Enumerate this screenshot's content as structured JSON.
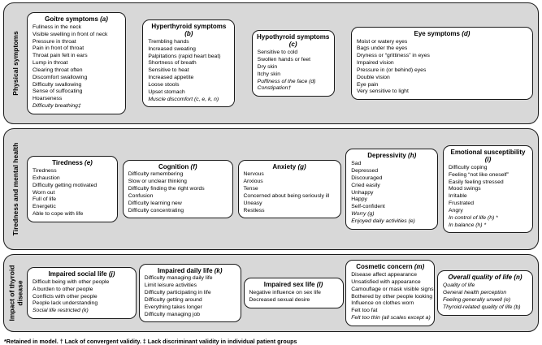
{
  "sections": [
    {
      "id": "physical-symptoms",
      "label": "Physical symptoms",
      "boxes": [
        {
          "id": "goitre-symptoms",
          "title": "Goitre symptoms",
          "code": "(a)",
          "items": [
            {
              "text": "Fullness in the neck"
            },
            {
              "text": "Visible swelling in front of neck"
            },
            {
              "text": "Pressure in throat"
            },
            {
              "text": "Pain in front of throat"
            },
            {
              "text": "Throat pain felt in ears"
            },
            {
              "text": "Lump in throat"
            },
            {
              "text": "Clearing throat often"
            },
            {
              "text": "Discomfort swallowing"
            },
            {
              "text": "Difficulty swallowing"
            },
            {
              "text": "Sense of suffocating"
            },
            {
              "text": "Hoarseness"
            },
            {
              "text": "Difficulty breathing‡",
              "italic": true
            }
          ]
        },
        {
          "id": "hyperthyroid-symptoms",
          "title": "Hyperthyroid symptoms",
          "code": "(b)",
          "items": [
            {
              "text": "Trembling hands"
            },
            {
              "text": "Increased sweating"
            },
            {
              "text": "Palpitations (rapid heart beat)"
            },
            {
              "text": "Shortness of breath"
            },
            {
              "text": "Sensitive to heat"
            },
            {
              "text": "Increased appetite"
            },
            {
              "text": "Loose stools"
            },
            {
              "text": "Upset stomach"
            },
            {
              "text": "Muscle discomfort (c, e, k, n)",
              "italic": true
            }
          ]
        },
        {
          "id": "hypothyroid-symptoms",
          "title": "Hypothyroid symptoms",
          "code": "(c)",
          "items": [
            {
              "text": "Sensitive to cold"
            },
            {
              "text": "Swollen hands or feet"
            },
            {
              "text": "Dry skin"
            },
            {
              "text": "Itchy skin"
            },
            {
              "text": "Puffiness of the face (d)",
              "italic": true
            },
            {
              "text": "Constipation†",
              "italic": true
            }
          ]
        },
        {
          "id": "eye-symptoms",
          "title": "Eye symptoms",
          "code": "(d)",
          "items": [
            {
              "text": "Moist or watery eyes"
            },
            {
              "text": "Bags under the eyes"
            },
            {
              "text": "Dryness or “grittiness” in eyes"
            },
            {
              "text": "Impaired vision"
            },
            {
              "text": "Pressure in (or behind) eyes"
            },
            {
              "text": "Double vision"
            },
            {
              "text": "Eye pain"
            },
            {
              "text": "Very sensitive to light"
            }
          ]
        }
      ]
    },
    {
      "id": "tiredness-and-mental-health",
      "label": "Tiredness and mental health",
      "boxes": [
        {
          "id": "tiredness",
          "title": "Tiredness",
          "code": "(e)",
          "items": [
            {
              "text": "Tiredness"
            },
            {
              "text": "Exhaustion"
            },
            {
              "text": "Difficulty getting motivated"
            },
            {
              "text": "Worn out"
            },
            {
              "text": "Full of life"
            },
            {
              "text": "Energetic"
            },
            {
              "text": "Able to cope with life"
            }
          ]
        },
        {
          "id": "cognition",
          "title": "Cognition",
          "code": "(f)",
          "items": [
            {
              "text": "Difficulty remembering"
            },
            {
              "text": "Slow or unclear thinking"
            },
            {
              "text": "Difficulty finding the right words"
            },
            {
              "text": "Confusion"
            },
            {
              "text": "Difficulty learning new"
            },
            {
              "text": "Difficulty concentrating"
            }
          ]
        },
        {
          "id": "anxiety",
          "title": "Anxiety",
          "code": "(g)",
          "items": [
            {
              "text": "Nervous"
            },
            {
              "text": "Anxious"
            },
            {
              "text": "Tense"
            },
            {
              "text": "Concerned about being seriously ill"
            },
            {
              "text": "Uneasy"
            },
            {
              "text": "Restless"
            }
          ]
        },
        {
          "id": "depressivity",
          "title": "Depressivity",
          "code": "(h)",
          "items": [
            {
              "text": "Sad"
            },
            {
              "text": "Depressed"
            },
            {
              "text": "Discouraged"
            },
            {
              "text": "Cried easily"
            },
            {
              "text": "Unhappy"
            },
            {
              "text": "Happy"
            },
            {
              "text": "Self-confident"
            },
            {
              "text": "Worry (g)",
              "italic": true
            },
            {
              "text": "Enjoyed daily activities (e)",
              "italic": true
            }
          ]
        },
        {
          "id": "emotional-susceptibility",
          "title": "Emotional susceptibility",
          "code": "(i)",
          "items": [
            {
              "text": "Difficulty coping"
            },
            {
              "text": "Feeling “not like oneself”"
            },
            {
              "text": "Easily feeling stressed"
            },
            {
              "text": "Mood swings"
            },
            {
              "text": "Irritable"
            },
            {
              "text": "Frustrated"
            },
            {
              "text": "Angry"
            },
            {
              "text": "In control of life (h) *",
              "italic": true
            },
            {
              "text": "In balance (h) *",
              "italic": true
            }
          ]
        }
      ]
    },
    {
      "id": "impact-of-thyroid-disease",
      "label": "Impact of thyroid disease",
      "boxes": [
        {
          "id": "impaired-social-life",
          "title": "Impaired social life",
          "code": "(j)",
          "items": [
            {
              "text": "Difficult being with other people"
            },
            {
              "text": "A burden to other people"
            },
            {
              "text": "Conflicts with other people"
            },
            {
              "text": "People lack understanding"
            },
            {
              "text": "Social life restricted (k)",
              "italic": true
            }
          ]
        },
        {
          "id": "impaired-daily-life",
          "title": "Impaired daily life",
          "code": "(k)",
          "items": [
            {
              "text": "Difficulty managing daily life"
            },
            {
              "text": "Limit leisure activities"
            },
            {
              "text": "Difficulty participating in life"
            },
            {
              "text": "Difficulty getting around"
            },
            {
              "text": "Everything takes longer"
            },
            {
              "text": "Difficulty managing job"
            }
          ]
        },
        {
          "id": "impaired-sex-life",
          "title": "Impaired sex life",
          "code": "(l)",
          "items": [
            {
              "text": "Negative influence on sex life"
            },
            {
              "text": "Decreased sexual desire"
            }
          ]
        },
        {
          "id": "cosmetic-concern",
          "title": "Cosmetic concern",
          "code": "(m)",
          "items": [
            {
              "text": "Disease affect appearance"
            },
            {
              "text": "Unsatisfied with appearance"
            },
            {
              "text": "Camouflage or mask visible signs"
            },
            {
              "text": "Bothered by other people looking"
            },
            {
              "text": "Influence on clothes worn"
            },
            {
              "text": "Felt too fat"
            },
            {
              "text": "Felt too thin (all scales except a)",
              "italic": true
            }
          ]
        },
        {
          "id": "overall-quality-of-life",
          "title": "Overall quality of life",
          "code": "(n)",
          "title_italic": true,
          "items": [
            {
              "text": "Quality of life",
              "italic": true
            },
            {
              "text": "General health perception",
              "italic": true
            },
            {
              "text": "Feeling generally unwell (e)",
              "italic": true
            },
            {
              "text": "Thyroid-related quality of life (b)",
              "italic": true
            }
          ]
        }
      ]
    }
  ],
  "footnote": "*Retained in model. † Lack of convergent validity. ‡ Lack discriminant validity in individual patient groups"
}
